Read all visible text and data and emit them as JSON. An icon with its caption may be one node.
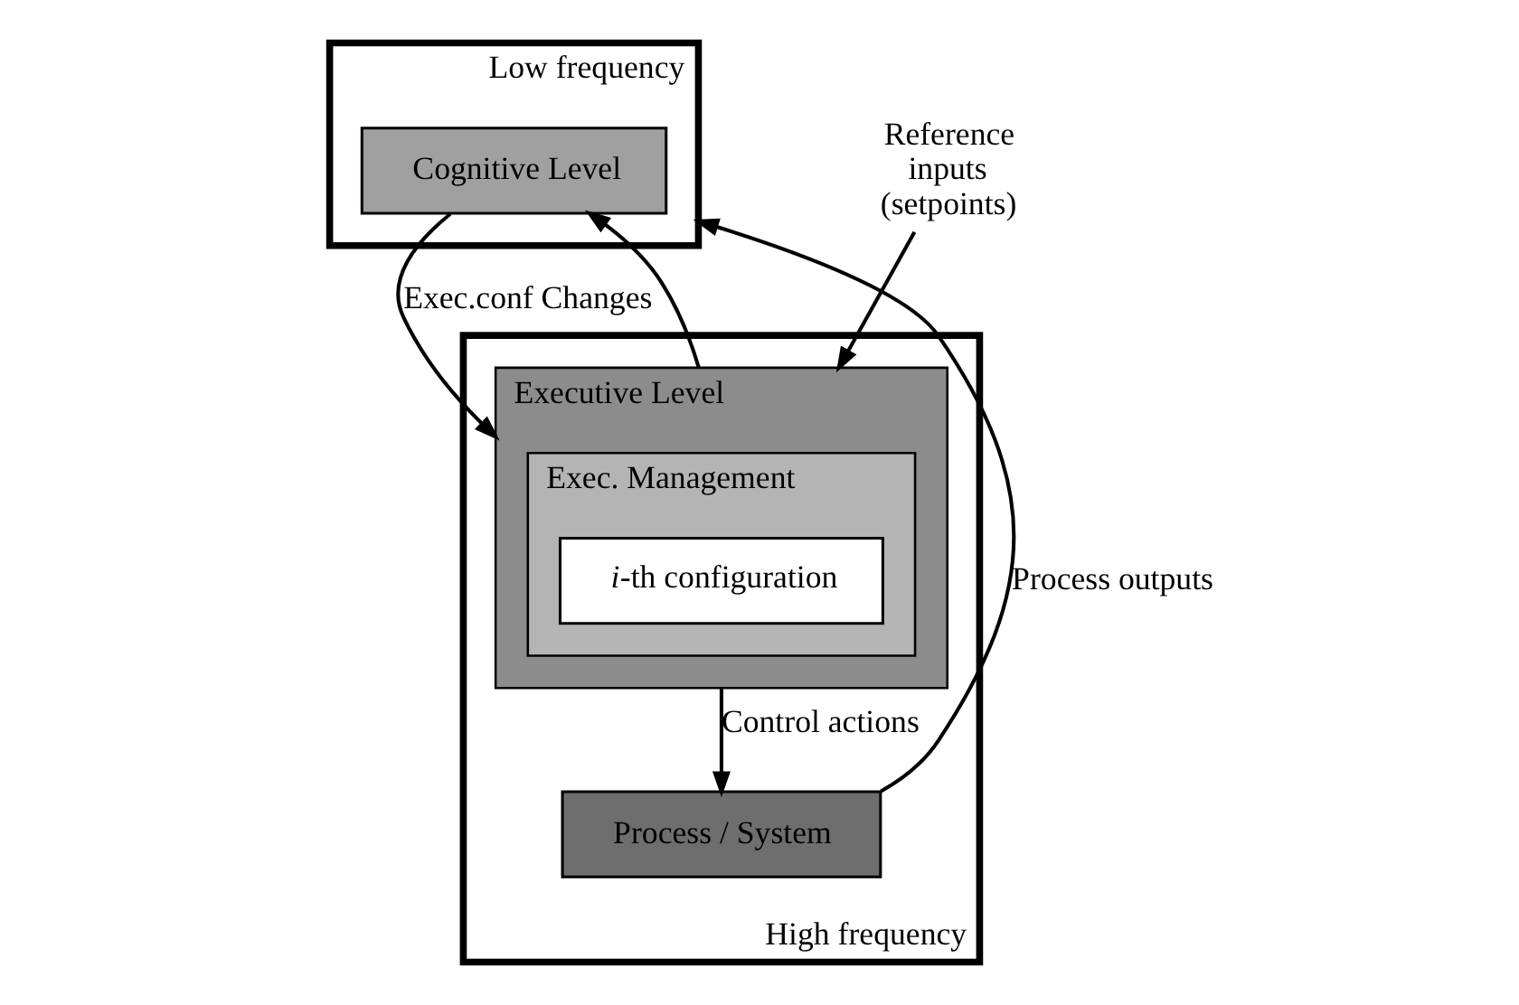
{
  "diagram": {
    "nodes": [
      {
        "text": [
          "Low frequency"
        ]
      },
      {
        "text": [
          "Cognitive Level"
        ],
        "in": 0
      },
      {
        "text": [
          "High frequency"
        ]
      },
      {
        "text": [
          "Executive Level"
        ],
        "in": 2
      },
      {
        "text": [
          "Exec. Management"
        ],
        "in": 3
      },
      {
        "text": [
          "*i*-th configuration"
        ],
        "in": 4
      },
      {
        "text": [
          "Process / System"
        ],
        "in": 2
      },
      {
        "text": [
          "Reference inputs (setpoints)"
        ]
      }
    ],
    "edges": [
      {
        "from": 7,
        "to": 3,
        "arrow": "to"
      },
      {
        "from": 1,
        "to": 3,
        "arrow": "to",
        "label": "Exec.conf Changes"
      },
      {
        "from": 3,
        "to": 6,
        "arrow": "to",
        "label": "Control actions"
      },
      {
        "from": 3,
        "to": 1,
        "arrow": "to"
      },
      {
        "from": 6,
        "to": 0,
        "arrow": "to",
        "label": "Process outputs"
      }
    ]
  }
}
